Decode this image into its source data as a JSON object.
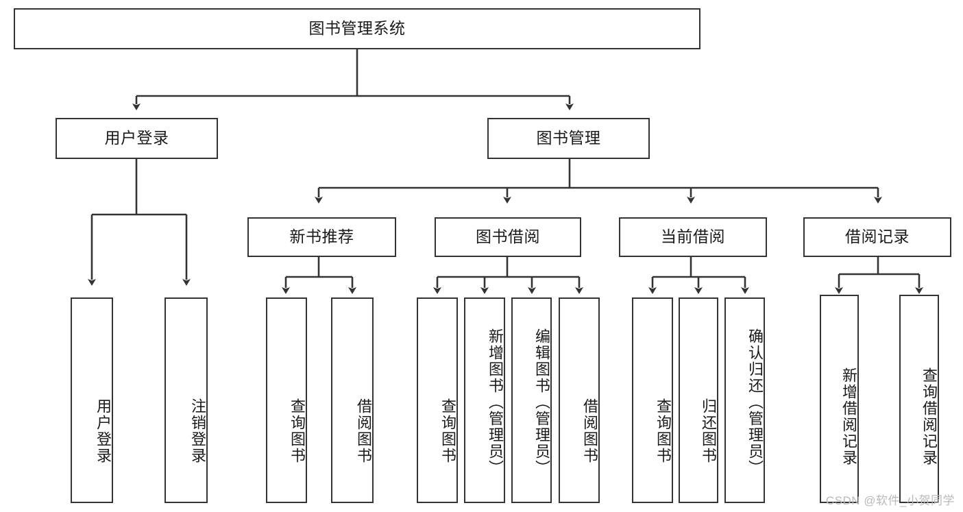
{
  "diagram": {
    "title": "图书管理系统",
    "type": "tree-hierarchy",
    "watermark": "CSDN @软件_小贺同学",
    "stroke_color": "#333333",
    "background_color": "#ffffff",
    "nodes": {
      "root": {
        "label": "图书管理系统"
      },
      "level2": [
        {
          "id": "user-login",
          "label": "用户登录"
        },
        {
          "id": "book-manage",
          "label": "图书管理"
        }
      ],
      "level3": [
        {
          "id": "new-book-recommend",
          "label": "新书推荐"
        },
        {
          "id": "book-borrow",
          "label": "图书借阅"
        },
        {
          "id": "current-borrow",
          "label": "当前借阅"
        },
        {
          "id": "borrow-record",
          "label": "借阅记录"
        }
      ],
      "leaves": {
        "user-login": [
          {
            "id": "leaf-user-login",
            "label": "用户登录"
          },
          {
            "id": "leaf-user-logout",
            "label": "注销登录"
          }
        ],
        "new-book-recommend": [
          {
            "id": "leaf-query-book-1",
            "label": "查询图书"
          },
          {
            "id": "leaf-borrow-book-1",
            "label": "借阅图书"
          }
        ],
        "book-borrow": [
          {
            "id": "leaf-query-book-2",
            "label": "查询图书"
          },
          {
            "id": "leaf-add-book",
            "label": "新增图书（管理员）"
          },
          {
            "id": "leaf-edit-book",
            "label": "编辑图书（管理员）"
          },
          {
            "id": "leaf-borrow-book-2",
            "label": "借阅图书"
          }
        ],
        "current-borrow": [
          {
            "id": "leaf-query-book-3",
            "label": "查询图书"
          },
          {
            "id": "leaf-return-book",
            "label": "归还图书"
          },
          {
            "id": "leaf-confirm-return",
            "label": "确认归还（管理员）"
          }
        ],
        "borrow-record": [
          {
            "id": "leaf-add-record",
            "label": "新增借阅记录"
          },
          {
            "id": "leaf-query-record",
            "label": "查询借阅记录"
          }
        ]
      }
    }
  }
}
